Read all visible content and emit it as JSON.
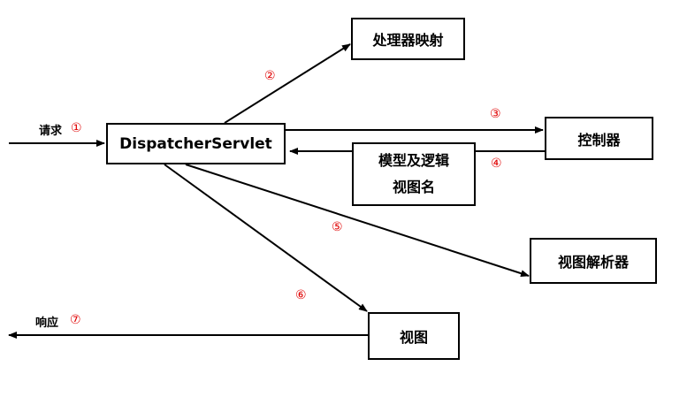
{
  "nodes": {
    "dispatcher": "DispatcherServlet",
    "handler_mapping": "处理器映射",
    "controller": "控制器",
    "model_view": [
      "模型及逻辑",
      "视图名"
    ],
    "view_resolver": "视图解析器",
    "view": "视图"
  },
  "labels": {
    "request": "请求",
    "response": "响应"
  },
  "steps": [
    "①",
    "②",
    "③",
    "④",
    "⑤",
    "⑥",
    "⑦"
  ],
  "colors": {
    "line": "#000000",
    "step_number": "#e00000"
  }
}
